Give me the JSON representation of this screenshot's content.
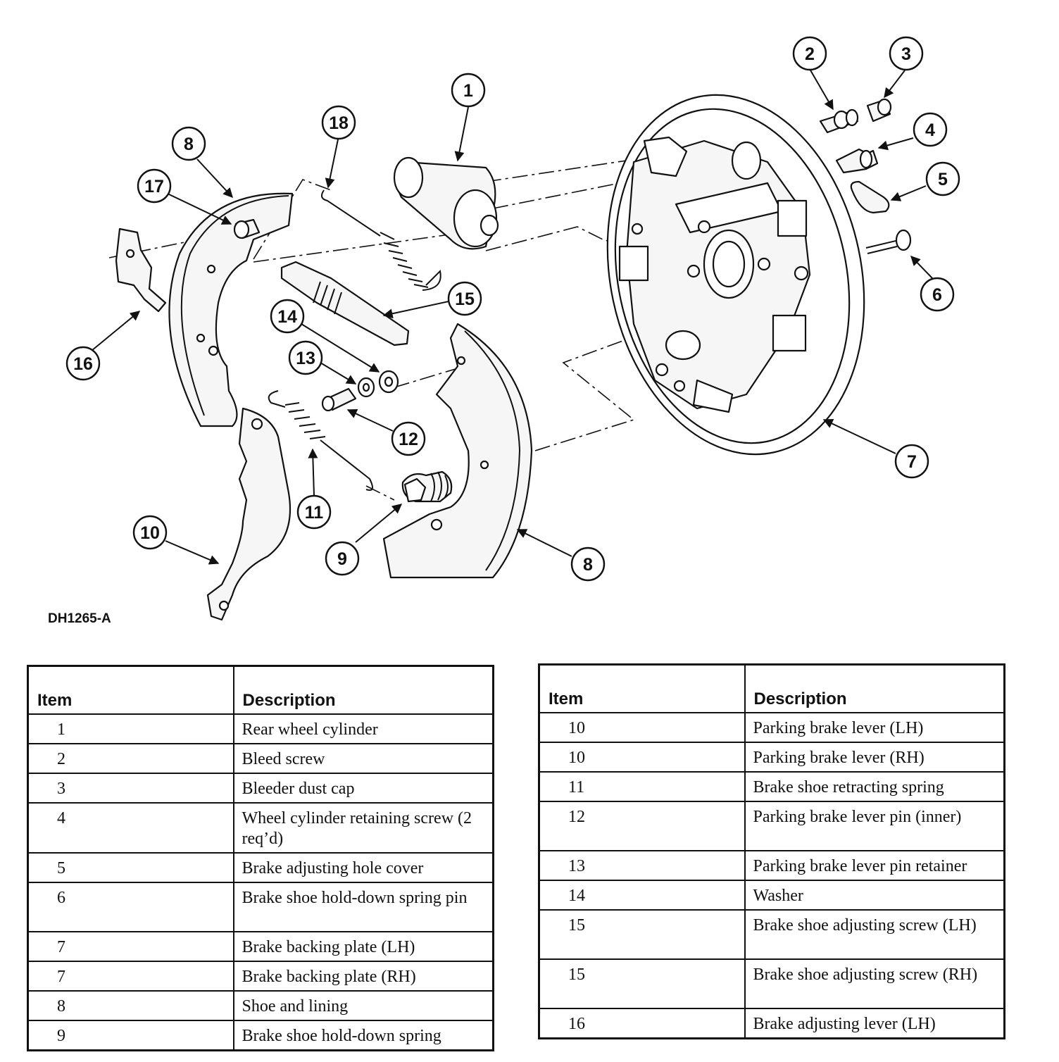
{
  "figure_code": "DH1265-A",
  "callouts": [
    "1",
    "2",
    "3",
    "4",
    "5",
    "6",
    "7",
    "8",
    "9",
    "10",
    "11",
    "12",
    "13",
    "14",
    "15",
    "16",
    "17",
    "18"
  ],
  "legend_left": {
    "header": {
      "item": "Item",
      "description": "Description"
    },
    "rows": [
      {
        "item": "1",
        "description": "Rear wheel cylinder"
      },
      {
        "item": "2",
        "description": "Bleed screw"
      },
      {
        "item": "3",
        "description": "Bleeder dust cap"
      },
      {
        "item": "4",
        "description": "Wheel cylinder retaining screw (2 req’d)"
      },
      {
        "item": "5",
        "description": "Brake adjusting hole cover"
      },
      {
        "item": "6",
        "description": "Brake shoe hold-down spring pin"
      },
      {
        "item": "7",
        "description": "Brake backing plate (LH)"
      },
      {
        "item": "7",
        "description": "Brake backing plate (RH)"
      },
      {
        "item": "8",
        "description": "Shoe and lining"
      },
      {
        "item": "9",
        "description": "Brake shoe hold-down spring"
      }
    ]
  },
  "legend_right": {
    "header": {
      "item": "Item",
      "description": "Description"
    },
    "rows": [
      {
        "item": "10",
        "description": "Parking brake lever (LH)"
      },
      {
        "item": "10",
        "description": "Parking brake lever (RH)"
      },
      {
        "item": "11",
        "description": "Brake shoe retracting spring"
      },
      {
        "item": "12",
        "description": "Parking brake lever pin (inner)"
      },
      {
        "item": "13",
        "description": "Parking brake lever pin retainer"
      },
      {
        "item": "14",
        "description": "Washer"
      },
      {
        "item": "15",
        "description": "Brake shoe adjusting screw (LH)"
      },
      {
        "item": "15",
        "description": "Brake shoe adjusting screw (RH)"
      },
      {
        "item": "16",
        "description": "Brake adjusting lever (LH)"
      }
    ]
  }
}
